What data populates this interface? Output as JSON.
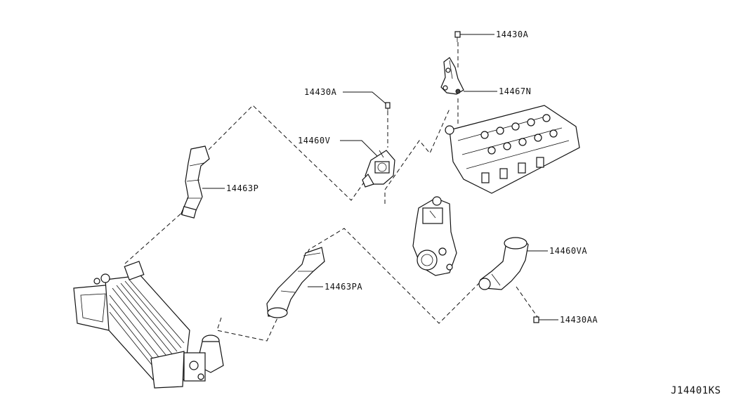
{
  "labels": {
    "l_14430A_top": "14430A",
    "l_14467N": "14467N",
    "l_14430A_left": "14430A",
    "l_14460V": "14460V",
    "l_14463P": "14463P",
    "l_14460VA": "14460VA",
    "l_14463PA": "14463PA",
    "l_14430AA": "14430AA"
  },
  "diagram_id": "J14401KS"
}
